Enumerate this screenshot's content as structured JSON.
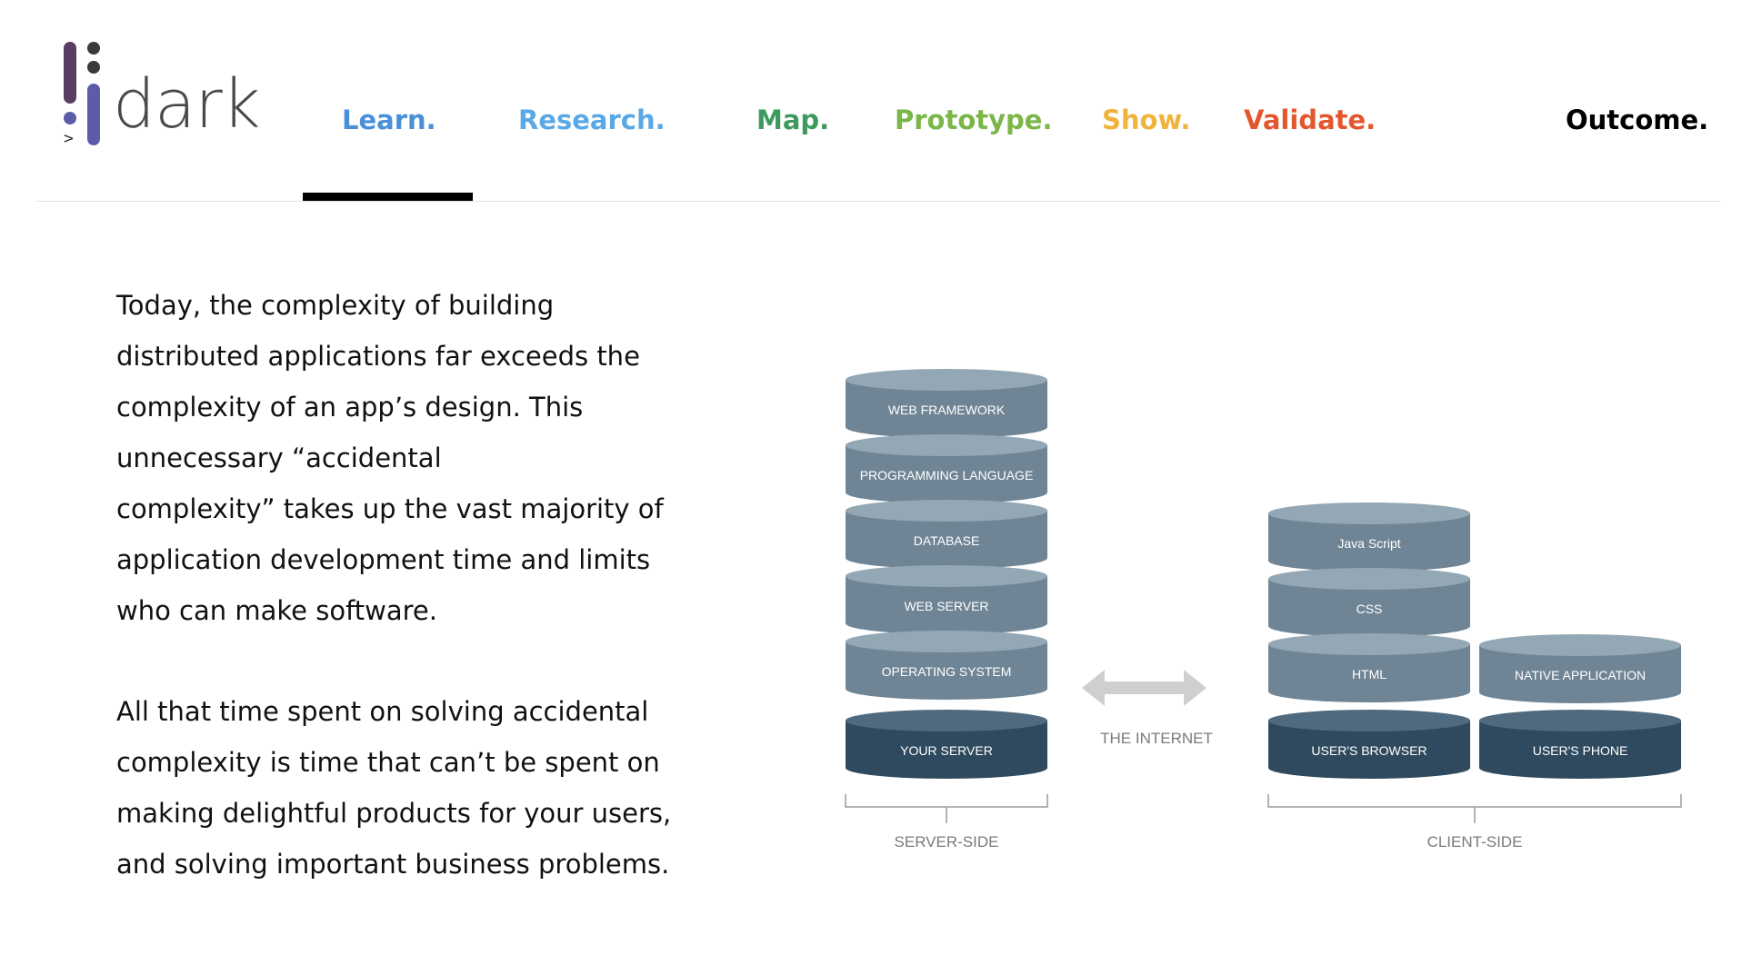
{
  "logo": {
    "wordmark": "dark",
    "prompt_glyph": ">"
  },
  "nav": {
    "items": [
      {
        "label": "Learn.",
        "color": "#4a90d9",
        "active": true
      },
      {
        "label": "Research.",
        "color": "#5aa9e6"
      },
      {
        "label": "Map.",
        "color": "#3c9a5f"
      },
      {
        "label": "Prototype.",
        "color": "#7ab648"
      },
      {
        "label": "Show.",
        "color": "#f0b43c"
      },
      {
        "label": "Validate.",
        "color": "#e4572e"
      },
      {
        "label": "Outcome.",
        "color": "#000000"
      }
    ]
  },
  "content": {
    "paragraphs": [
      [
        "Today, the complexity of building",
        "distributed applications far exceeds the",
        "complexity of an app’s design. This",
        "unnecessary “accidental",
        "complexity” takes up the vast majority of",
        "application development time and limits",
        "who can make software."
      ],
      [
        "All that time spent on solving accidental",
        "complexity is time that can’t be spent on",
        "making delightful products for your users,",
        "and solving important business problems."
      ]
    ]
  },
  "diagram": {
    "server_stack": [
      "WEB FRAMEWORK",
      "PROGRAMMING LANGUAGE",
      "DATABASE",
      "WEB SERVER",
      "OPERATING SYSTEM"
    ],
    "server_base": "YOUR SERVER",
    "server_caption": "SERVER-SIDE",
    "internet_label": "THE INTERNET",
    "client_stack": [
      "Java Script",
      "CSS",
      "HTML"
    ],
    "native_stack": [
      "NATIVE APPLICATION"
    ],
    "client_bases": [
      "USER'S BROWSER",
      "USER'S PHONE"
    ],
    "client_caption": "CLIENT-SIDE",
    "colors": {
      "light_top": "#93a7b5",
      "light_side": "#6f8595",
      "dark_top": "#4f6a7e",
      "dark_side": "#2f4a5e",
      "arrow": "#cfcfcf",
      "bracket": "#9a9a9a",
      "caption": "#7a7a7a"
    }
  }
}
